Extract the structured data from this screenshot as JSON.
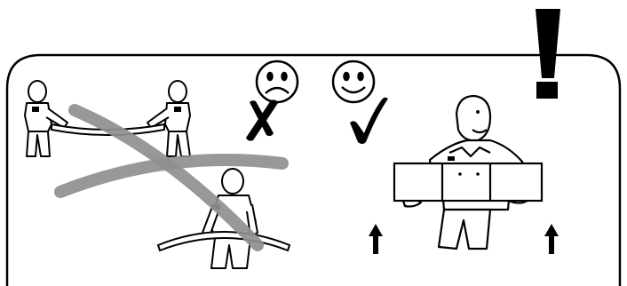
{
  "diagram": {
    "type": "instruction-illustration",
    "panels": [
      {
        "name": "wrong-way",
        "verdict": "incorrect",
        "face": "sad",
        "mark": "cross"
      },
      {
        "name": "right-way",
        "verdict": "correct",
        "face": "happy",
        "mark": "check"
      }
    ],
    "warning_symbol": "exclamation-mark",
    "colors": {
      "ink": "#000000",
      "paper": "#ffffff",
      "cross_out": "#8f8f8f"
    }
  }
}
